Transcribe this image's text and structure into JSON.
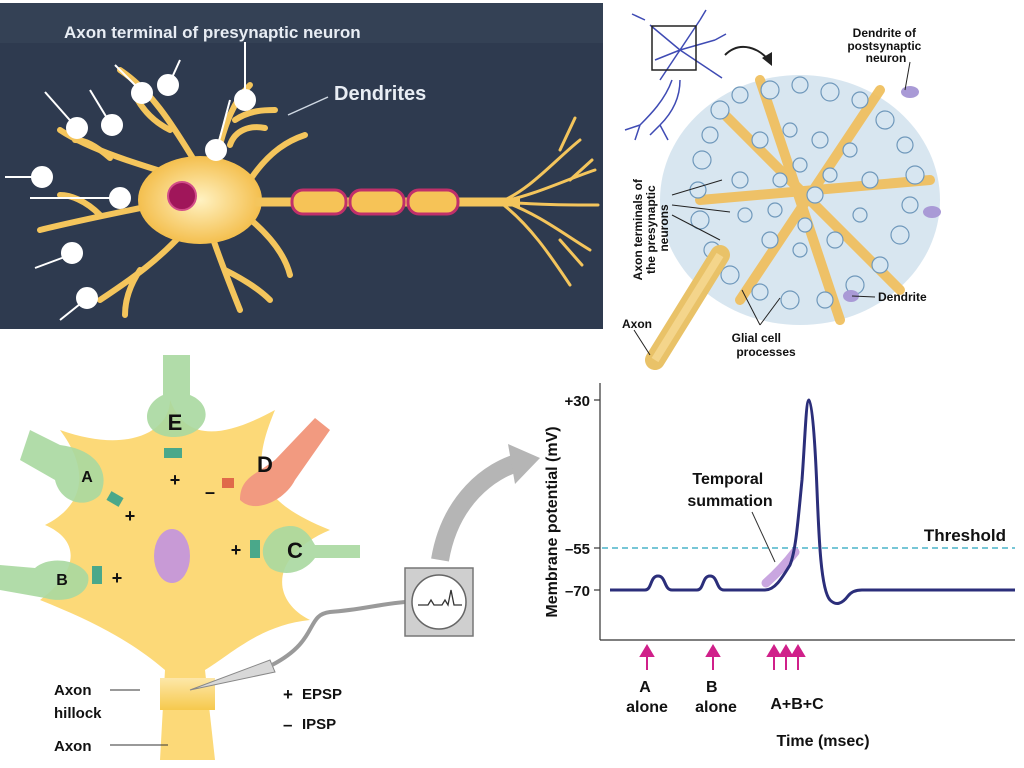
{
  "panel1": {
    "axon_terminal_label": "Axon terminal of presynaptic neuron",
    "dendrites_label": "Dendrites",
    "bg": "#2e3a4f",
    "neuron_color": "#f7c85a"
  },
  "panel2": {
    "dendrite_postsyn": [
      "Dendrite of",
      "postsynaptic",
      "neuron"
    ],
    "axon_terminals": [
      "Axon terminals of",
      "the presynaptic",
      "neurons"
    ],
    "dendrite": "Dendrite",
    "axon": "Axon",
    "glial": [
      "Glial cell",
      "processes"
    ]
  },
  "panel3": {
    "inputs": [
      "E",
      "D",
      "A",
      "C",
      "B"
    ],
    "signs": [
      "+",
      "–",
      "+",
      "+",
      "+"
    ],
    "axon_hillock": [
      "Axon",
      "hillock"
    ],
    "axon": "Axon",
    "legend": [
      {
        "sign": "+",
        "text": "EPSP"
      },
      {
        "sign": "–",
        "text": "IPSP"
      }
    ]
  },
  "chart_data": {
    "type": "line",
    "title": "",
    "ylabel": "Membrane potential (mV)",
    "xlabel": "Time (msec)",
    "yticks": [
      "+30",
      "–55",
      "–70"
    ],
    "threshold_label": "Threshold",
    "annotation": [
      "Temporal",
      "summation"
    ],
    "events": [
      {
        "label": [
          "A",
          "alone"
        ],
        "arrows": 1
      },
      {
        "label": [
          "B",
          "alone"
        ],
        "arrows": 1
      },
      {
        "label": [
          "A+B+C"
        ],
        "arrows": 3
      }
    ],
    "colors": {
      "trace": "#2b2e7a",
      "threshold": "#4ab3c8",
      "arrow": "#d0208a",
      "summation": "#c9a6e0"
    }
  }
}
